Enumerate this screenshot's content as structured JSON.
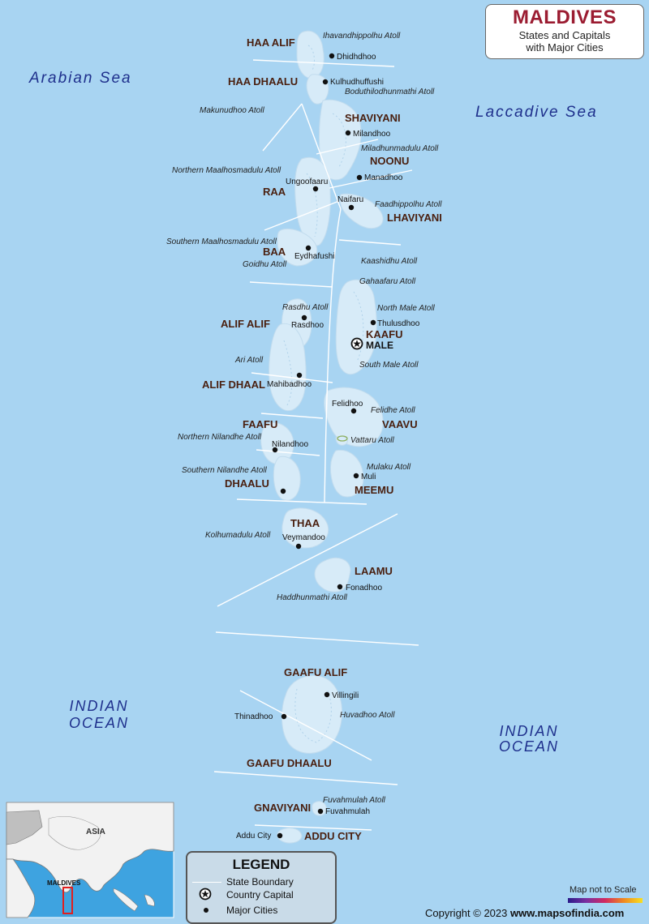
{
  "title": {
    "main": "MALDIVES",
    "sub1": "States and Capitals",
    "sub2": "with Major Cities"
  },
  "seas": {
    "arabian": "Arabian Sea",
    "laccadive": "Laccadive Sea",
    "indian_left_1": "INDIAN",
    "indian_left_2": "OCEAN",
    "indian_right_1": "INDIAN",
    "indian_right_2": "OCEAN"
  },
  "states": {
    "haa_alif": "HAA ALIF",
    "haa_dhaalu": "HAA DHAALU",
    "shaviyani": "SHAVIYANI",
    "noonu": "NOONU",
    "raa": "RAA",
    "lhaviyani": "LHAVIYANI",
    "baa": "BAA",
    "kaafu": "KAAFU",
    "alif_alif": "ALIF ALIF",
    "alif_dhaal": "ALIF DHAAL",
    "vaavu": "VAAVU",
    "faafu": "FAAFU",
    "meemu": "MEEMU",
    "dhaalu": "DHAALU",
    "thaa": "THAA",
    "laamu": "LAAMU",
    "gaafu_alif": "GAAFU ALIF",
    "gaafu_dhaalu": "GAAFU DHAALU",
    "gnaviyani": "GNAVIYANI",
    "addu_city": "ADDU CITY"
  },
  "atolls": {
    "ihavandhippolhu": "Ihavandhippolhu Atoll",
    "boduthilodhunmathi": "Boduthilodhunmathi Atoll",
    "makunudhoo": "Makunudhoo Atoll",
    "miladhunmadulu": "Miladhunmadulu Atoll",
    "northern_maalhosmadulu": "Northern Maalhosmadulu Atoll",
    "faadhippolhu": "Faadhippolhu Atoll",
    "southern_maalhosmadulu": "Southern Maalhosmadulu Atoll",
    "goidhu": "Goidhu Atoll",
    "kaashidhu": "Kaashidhu Atoll",
    "gahaafaru": "Gahaafaru Atoll",
    "rasdhu": "Rasdhu Atoll",
    "north_male": "North Male Atoll",
    "ari": "Ari Atoll",
    "south_male": "South Male Atoll",
    "felidhe": "Felidhe Atoll",
    "northern_nilandhe": "Northern Nilandhe Atoll",
    "vattaru": "Vattaru Atoll",
    "southern_nilandhe": "Southern Nilandhe Atoll",
    "mulaku": "Mulaku Atoll",
    "kolhumadulu": "Kolhumadulu Atoll",
    "haddhunmathi": "Haddhunmathi Atoll",
    "huvadhoo": "Huvadhoo Atoll",
    "fuvahmulah": "Fuvahmulah Atoll"
  },
  "cities": {
    "dhidhdhoo": "Dhidhdhoo",
    "kulhudhuffushi": "Kulhudhuffushi",
    "milandhoo": "Milandhoo",
    "manadhoo": "Manadhoo",
    "ungoofaaru": "Ungoofaaru",
    "naifaru": "Naifaru",
    "eydhafushi": "Eydhafushi",
    "thulusdhoo": "Thulusdhoo",
    "male": "MALE",
    "rasdhoo": "Rasdhoo",
    "mahibadhoo": "Mahibadhoo",
    "felidhoo": "Felidhoo",
    "nilandhoo": "Nilandhoo",
    "muli": "Muli",
    "veymandoo": "Veymandoo",
    "fonadhoo": "Fonadhoo",
    "villingili": "Villingili",
    "thinadhoo": "Thinadhoo",
    "fuvahmulah": "Fuvahmulah",
    "addu_city": "Addu City"
  },
  "inset": {
    "asia": "ASIA",
    "maldives": "MALDIVES"
  },
  "legend": {
    "title": "LEGEND",
    "state_boundary": "State Boundary",
    "country_capital": "Country Capital",
    "major_cities": "Major Cities"
  },
  "note": "Map not to Scale",
  "copyright": {
    "prefix": "Copyright © 2023",
    "site": "www.mapsofindia.com"
  },
  "colors": {
    "sea": "#a8d4f2",
    "atoll": "#d8ecf9",
    "title": "#9b1c31",
    "state_label": "#4a2010",
    "sea_label": "#1e2f8c"
  }
}
